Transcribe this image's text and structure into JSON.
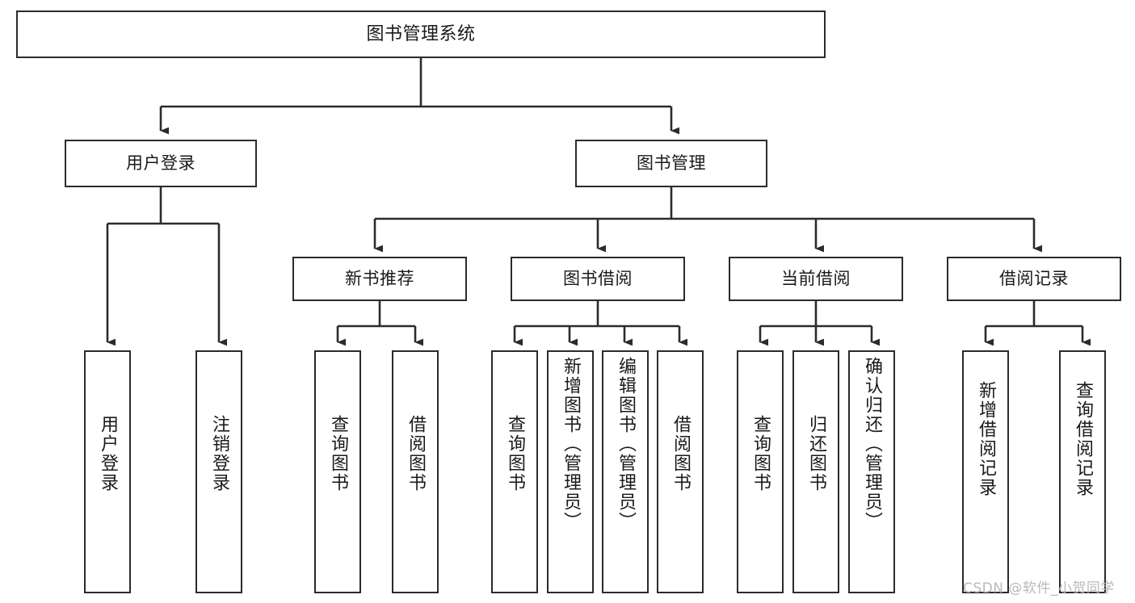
{
  "diagram": {
    "title": "图书管理系统",
    "type": "hierarchy-tree",
    "watermark": "CSDN @软件_小贺同学",
    "colors": {
      "stroke": "#2b2b2b",
      "fill": "#ffffff",
      "text": "#1a1a1a",
      "watermark": "#b9b9b9"
    },
    "levels": {
      "root": {
        "label": "图书管理系统"
      },
      "level2": [
        {
          "id": "user-login",
          "label": "用户登录"
        },
        {
          "id": "book-manage",
          "label": "图书管理"
        }
      ],
      "level3": [
        {
          "id": "new-book-rec",
          "label": "新书推荐"
        },
        {
          "id": "book-borrow",
          "label": "图书借阅"
        },
        {
          "id": "current-borrow",
          "label": "当前借阅"
        },
        {
          "id": "borrow-record",
          "label": "借阅记录"
        }
      ],
      "leaves": {
        "user-login": [
          {
            "id": "leaf-user-login",
            "label": "用户登录"
          },
          {
            "id": "leaf-logout",
            "label": "注销登录"
          }
        ],
        "new-book-rec": [
          {
            "id": "leaf-query-book-1",
            "label": "查询图书"
          },
          {
            "id": "leaf-borrow-book-1",
            "label": "借阅图书"
          }
        ],
        "book-borrow": [
          {
            "id": "leaf-query-book-2",
            "label": "查询图书"
          },
          {
            "id": "leaf-add-book",
            "label": "新增图书（管理员）"
          },
          {
            "id": "leaf-edit-book",
            "label": "编辑图书（管理员）"
          },
          {
            "id": "leaf-borrow-book-2",
            "label": "借阅图书"
          }
        ],
        "current-borrow": [
          {
            "id": "leaf-query-book-3",
            "label": "查询图书"
          },
          {
            "id": "leaf-return-book",
            "label": "归还图书"
          },
          {
            "id": "leaf-confirm-return",
            "label": "确认归还（管理员）"
          }
        ],
        "borrow-record": [
          {
            "id": "leaf-add-record",
            "label": "新增借阅记录"
          },
          {
            "id": "leaf-query-record",
            "label": "查询借阅记录"
          }
        ]
      }
    }
  }
}
